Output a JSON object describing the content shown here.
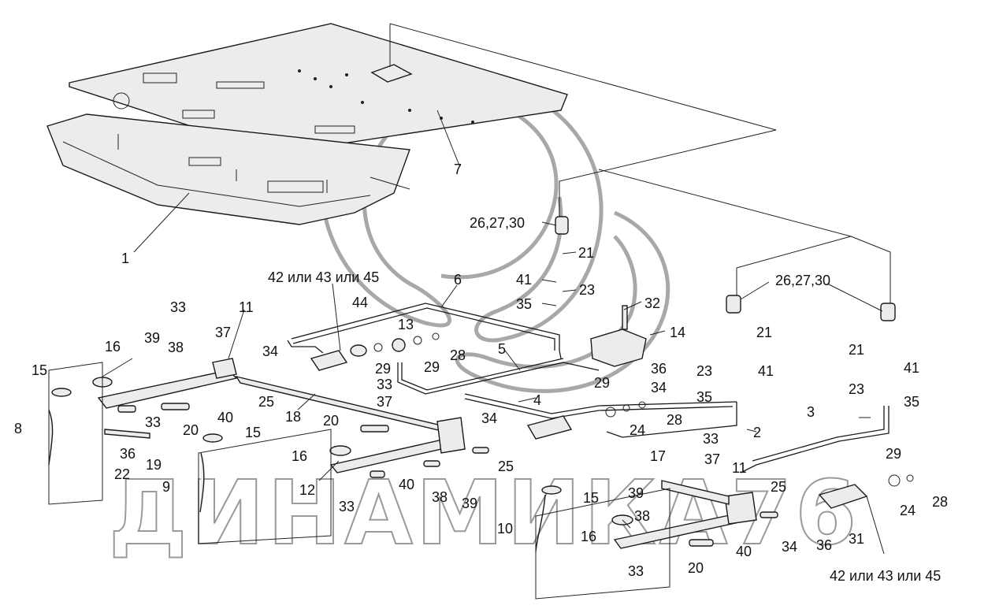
{
  "watermark": {
    "text": "ДИНАМИКА76"
  },
  "callouts": [
    {
      "id": "c1",
      "text": "1"
    },
    {
      "id": "c7",
      "text": "7"
    },
    {
      "id": "c262730a",
      "text": "26,27,30"
    },
    {
      "id": "c21a",
      "text": "21"
    },
    {
      "id": "c41a",
      "text": "41"
    },
    {
      "id": "c23a",
      "text": "23"
    },
    {
      "id": "c35a",
      "text": "35"
    },
    {
      "id": "c32",
      "text": "32"
    },
    {
      "id": "c42a",
      "text": "42 или 43 или 45"
    },
    {
      "id": "c6",
      "text": "6"
    },
    {
      "id": "c44",
      "text": "44"
    },
    {
      "id": "c13",
      "text": "13"
    },
    {
      "id": "c28a",
      "text": "28"
    },
    {
      "id": "c29a",
      "text": "29"
    },
    {
      "id": "c29b",
      "text": "29"
    },
    {
      "id": "c5",
      "text": "5"
    },
    {
      "id": "c14",
      "text": "14"
    },
    {
      "id": "c36a",
      "text": "36"
    },
    {
      "id": "c34a",
      "text": "34"
    },
    {
      "id": "c33a",
      "text": "33"
    },
    {
      "id": "c37a",
      "text": "37"
    },
    {
      "id": "c11a",
      "text": "11"
    },
    {
      "id": "c39a",
      "text": "39"
    },
    {
      "id": "c16a",
      "text": "16"
    },
    {
      "id": "c38a",
      "text": "38"
    },
    {
      "id": "c15a",
      "text": "15"
    },
    {
      "id": "c34b",
      "text": "34"
    },
    {
      "id": "c33b",
      "text": "33"
    },
    {
      "id": "c37b",
      "text": "37"
    },
    {
      "id": "c25a",
      "text": "25"
    },
    {
      "id": "c40a",
      "text": "40"
    },
    {
      "id": "c18",
      "text": "18"
    },
    {
      "id": "c33c",
      "text": "33"
    },
    {
      "id": "c20a",
      "text": "20"
    },
    {
      "id": "c8",
      "text": "8"
    },
    {
      "id": "c36b",
      "text": "36"
    },
    {
      "id": "c19",
      "text": "19"
    },
    {
      "id": "c22",
      "text": "22"
    },
    {
      "id": "c15b",
      "text": "15"
    },
    {
      "id": "c20b",
      "text": "20"
    },
    {
      "id": "c16b",
      "text": "16"
    },
    {
      "id": "c12",
      "text": "12"
    },
    {
      "id": "c9",
      "text": "9"
    },
    {
      "id": "c33d",
      "text": "33"
    },
    {
      "id": "c40b",
      "text": "40"
    },
    {
      "id": "c38b",
      "text": "38"
    },
    {
      "id": "c39b",
      "text": "39"
    },
    {
      "id": "c25b",
      "text": "25"
    },
    {
      "id": "c34c",
      "text": "34"
    },
    {
      "id": "c4",
      "text": "4"
    },
    {
      "id": "c29c",
      "text": "29"
    },
    {
      "id": "c24a",
      "text": "24"
    },
    {
      "id": "c28b",
      "text": "28"
    },
    {
      "id": "c2",
      "text": "2"
    },
    {
      "id": "c262730b",
      "text": "26,27,30"
    },
    {
      "id": "c21b",
      "text": "21"
    },
    {
      "id": "c23b",
      "text": "23"
    },
    {
      "id": "c41b",
      "text": "41"
    },
    {
      "id": "c35b",
      "text": "35"
    },
    {
      "id": "c21c",
      "text": "21"
    },
    {
      "id": "c41c",
      "text": "41"
    },
    {
      "id": "c23c",
      "text": "23"
    },
    {
      "id": "c35c",
      "text": "35"
    },
    {
      "id": "c3",
      "text": "3"
    },
    {
      "id": "c33e",
      "text": "33"
    },
    {
      "id": "c37c",
      "text": "37"
    },
    {
      "id": "c17",
      "text": "17"
    },
    {
      "id": "c11b",
      "text": "11"
    },
    {
      "id": "c29d",
      "text": "29"
    },
    {
      "id": "c15c",
      "text": "15"
    },
    {
      "id": "c39c",
      "text": "39"
    },
    {
      "id": "c38c",
      "text": "38"
    },
    {
      "id": "c25c",
      "text": "25"
    },
    {
      "id": "c24b",
      "text": "24"
    },
    {
      "id": "c28c",
      "text": "28"
    },
    {
      "id": "c10",
      "text": "10"
    },
    {
      "id": "c16c",
      "text": "16"
    },
    {
      "id": "c34d",
      "text": "34"
    },
    {
      "id": "c36c",
      "text": "36"
    },
    {
      "id": "c31",
      "text": "31"
    },
    {
      "id": "c40c",
      "text": "40"
    },
    {
      "id": "c33f",
      "text": "33"
    },
    {
      "id": "c20c",
      "text": "20"
    },
    {
      "id": "c42b",
      "text": "42 или 43 или 45"
    }
  ]
}
